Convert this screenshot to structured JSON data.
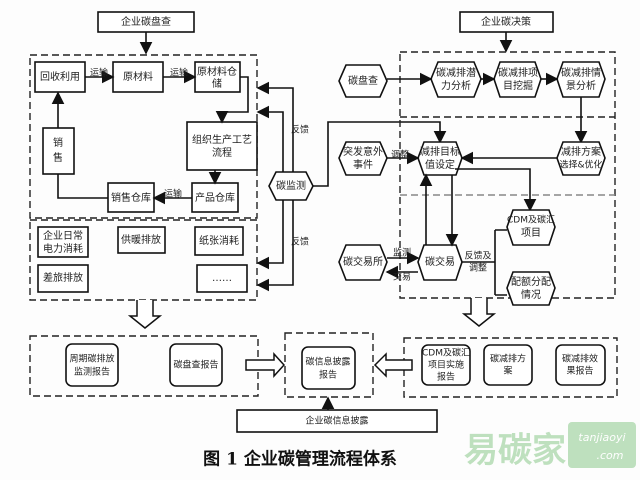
{
  "caption": "图 1    企业碳管理流程体系",
  "top_left_title": "企业碳盘查",
  "top_right_title": "企业碳决策",
  "bottom_title": "企业碳信息披露",
  "inventory": {
    "recycle": "回收利用",
    "raw": "原材料",
    "raw_store": [
      "原材料仓",
      "储"
    ],
    "production": [
      "组织生产工艺",
      "流程"
    ],
    "product_store": "产品仓库",
    "sales_store": "销售仓库",
    "sales": [
      "销",
      "售"
    ],
    "transport": "运输",
    "power": [
      "企业日常",
      "电力消耗"
    ],
    "heating": "供暖排放",
    "paper": "纸张消耗",
    "travel": "差旅排放",
    "more": "……"
  },
  "monitor": {
    "label": "碳监测",
    "feedback": "反馈"
  },
  "decision": {
    "inventory": "碳盘查",
    "potential": [
      "碳减排潜",
      "力分析"
    ],
    "project": [
      "碳减排项",
      "目挖掘"
    ],
    "scenario": [
      "碳减排情",
      "景分析"
    ],
    "plan": [
      "减排方案",
      "选择&优化"
    ],
    "target": [
      "减排目标",
      "值设定"
    ],
    "emergency": [
      "突发意外",
      "事件"
    ],
    "adjust": "调整",
    "cdm": [
      "CDM及碳汇",
      "项目"
    ],
    "trade": "碳交易",
    "exchange": "碳交易所",
    "monitor_lbl": "监测",
    "trade_lbl": "交易",
    "feedback_adjust": [
      "反馈及",
      "调整"
    ],
    "quota": [
      "配额分配",
      "情况"
    ]
  },
  "reports": {
    "periodic": [
      "周期碳排放",
      "监测报告"
    ],
    "inventory": "碳盘查报告",
    "disclosure": [
      "碳信息披露",
      "报告"
    ],
    "cdm": [
      "CDM及碳汇",
      "项目实施",
      "报告"
    ],
    "plan": [
      "碳减排方",
      "案"
    ],
    "effect": [
      "碳减排效",
      "果报告"
    ]
  },
  "watermark": {
    "brand": "易碳家",
    "site": "tanjiaoyi",
    "domain": ".com"
  }
}
